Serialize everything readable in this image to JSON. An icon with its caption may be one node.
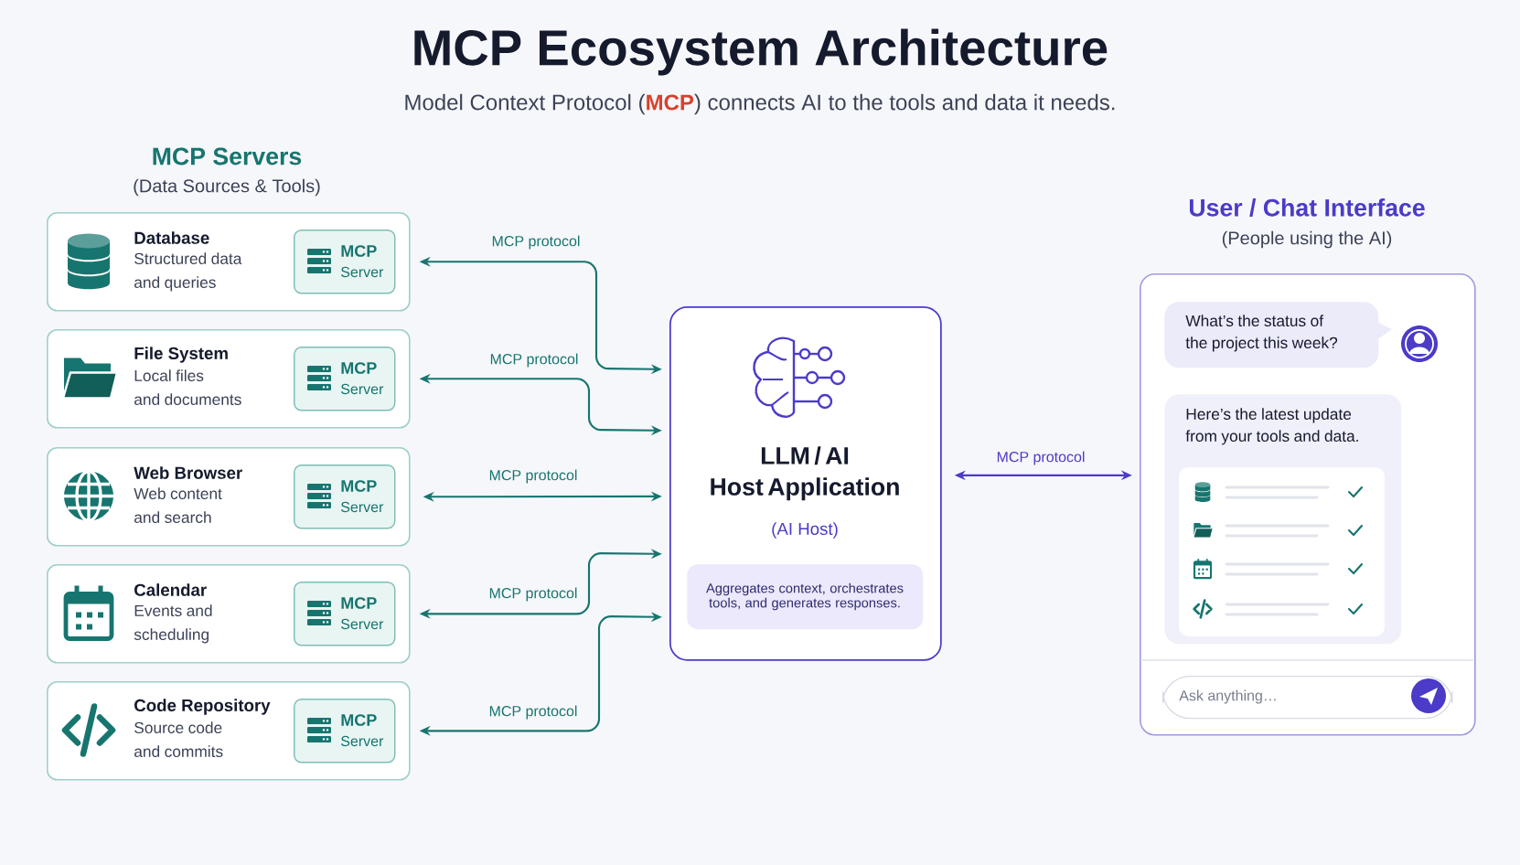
{
  "diagram": {
    "title": "MCP Ecosystem Architecture",
    "nodes": [
      {
        "text": [
          "Database",
          "Structured data and queries"
        ]
      },
      {
        "text": [
          "MCP",
          "Server"
        ],
        "in": 0
      },
      {
        "text": [
          "File System",
          "Local files and documents"
        ]
      },
      {
        "text": [
          "MCP",
          "Server"
        ],
        "in": 2
      },
      {
        "text": [
          "Web Browser",
          "Web content and search"
        ]
      },
      {
        "text": [
          "MCP",
          "Server"
        ],
        "in": 4
      },
      {
        "text": [
          "Calendar",
          "Events and scheduling"
        ]
      },
      {
        "text": [
          "MCP",
          "Server"
        ],
        "in": 6
      },
      {
        "text": [
          "Code Repository",
          "Source code and commits"
        ]
      },
      {
        "text": [
          "MCP",
          "Server"
        ],
        "in": 8
      },
      {
        "text": [
          "LLM / AI Host Application",
          "(AI Host)"
        ]
      },
      {
        "text": [
          "Aggregates context, orchestrates tools, and generates responses."
        ],
        "in": 10
      },
      {
        "text": [
          "User / Chat Interface",
          "(People using the AI)"
        ]
      },
      {
        "text": [
          "What’s the status of the project this week?"
        ],
        "in": 12
      },
      {
        "text": [
          "Here’s the latest update from your tools and data."
        ],
        "in": 12
      },
      {
        "text": [
          "Ask anything…"
        ],
        "in": 12
      }
    ],
    "edges": [
      {
        "from": 0,
        "to": 10,
        "arrow": "both",
        "label": "MCP protocol"
      },
      {
        "from": 2,
        "to": 10,
        "arrow": "both",
        "label": "MCP protocol"
      },
      {
        "from": 4,
        "to": 10,
        "arrow": "both",
        "label": "MCP protocol"
      },
      {
        "from": 6,
        "to": 10,
        "arrow": "both",
        "label": "MCP protocol"
      },
      {
        "from": 8,
        "to": 10,
        "arrow": "both",
        "label": "MCP protocol"
      },
      {
        "from": 10,
        "to": 12,
        "arrow": "both",
        "label": "MCP protocol",
        "color": "#4b3bc8"
      }
    ],
    "labels": [
      "Model Context Protocol (**MCP**) connects AI to the tools and data it needs.",
      "MCP Servers",
      "(Data Sources & Tools)"
    ]
  }
}
